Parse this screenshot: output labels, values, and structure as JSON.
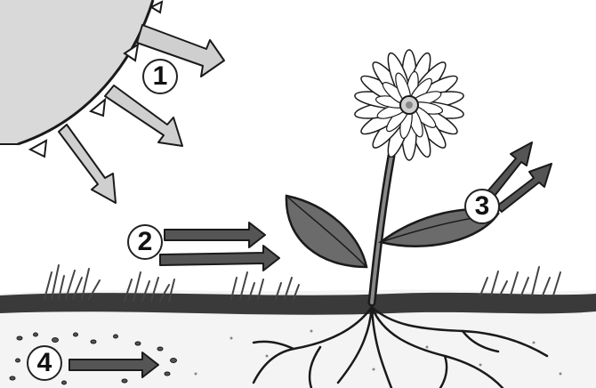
{
  "labels": [
    "1",
    "2",
    "3",
    "4"
  ],
  "colors": {
    "ink": "#1a1a1a",
    "sun_fill": "#d9d9d9",
    "arrow_light": "#cfcfcf",
    "arrow_dark": "#555555",
    "leaf": "#6b6b6b",
    "soil_band": "#3a3a3a",
    "grass": "#444444"
  },
  "icons": [
    "sun",
    "sun-ray-arrow",
    "air-arrow",
    "vapor-arrow",
    "nutrient-arrow",
    "flower",
    "leaf",
    "stem",
    "roots",
    "grass",
    "soil",
    "pebbles"
  ]
}
